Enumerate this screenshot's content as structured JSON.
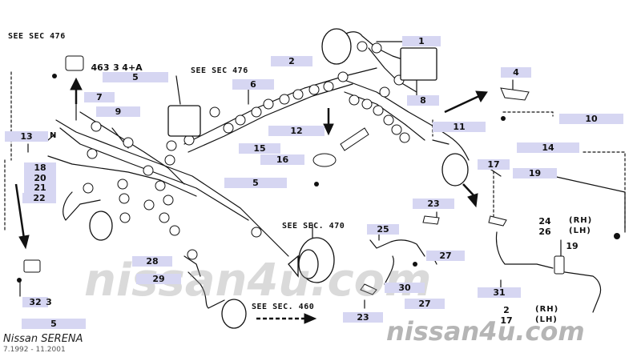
{
  "references": {
    "sec476_top": "SEE SEC 476",
    "sec476_mid": "SEE SEC 476",
    "sec470": "SEE SEC. 470",
    "sec460": "SEE SEC. 460"
  },
  "parts": {
    "p1": "1",
    "p2": "2",
    "p3": "5",
    "p4": "4",
    "p5": "6",
    "p6": "7",
    "p7": "8",
    "p8": "9",
    "p9": "10",
    "p10": "11",
    "p11": "12",
    "p12": "13",
    "p13": "14",
    "p14": "15",
    "p15": "16",
    "p16": "17",
    "p17": "18",
    "p18": "19",
    "p19": "20",
    "p20": "21",
    "p21": "22",
    "p22": "5",
    "p23": "23",
    "p24": "24",
    "p25": "25",
    "p26": "26",
    "p27": "27",
    "p28": "28",
    "p29": "29",
    "p30": "30",
    "p31": "31",
    "p32": "32",
    "p33": "5",
    "p34": "2",
    "p35": "17",
    "p36": "19",
    "p37": "27",
    "p38": "23",
    "p39": "463",
    "p40": "4+A",
    "p41": "3",
    "p42": "3"
  },
  "sides": {
    "rh_24": "(RH)",
    "lh_26": "(LH)",
    "rh_2": "(RH)",
    "lh_17": "(LH)",
    "n": "N"
  },
  "footer": {
    "model": "Nissan SERENA",
    "dates": "7.1992 - 11.2001",
    "watermark": "nissan4u.com"
  }
}
